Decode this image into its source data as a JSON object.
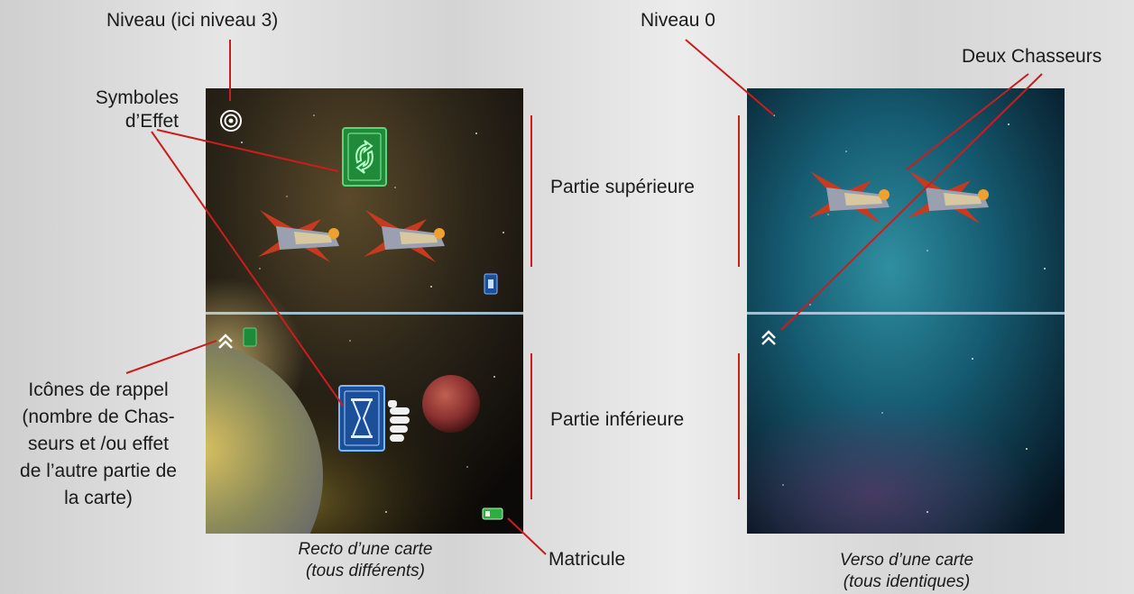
{
  "labels": {
    "niveau_recto": "Niveau (ici niveau 3)",
    "niveau_verso": "Niveau 0",
    "symboles_line1": "Symboles",
    "symboles_line2": "d’Effet",
    "deux_chasseurs": "Deux Chasseurs",
    "partie_superieure": "Partie supérieure",
    "partie_inferieure": "Partie inférieure",
    "icones_lines": [
      "Icônes de rappel",
      "(nombre de Chas-",
      "seurs et /ou effet",
      "de l’autre partie de",
      "la carte)"
    ],
    "matricule": "Matricule"
  },
  "captions": {
    "recto_line1": "Recto d’une carte",
    "recto_line2": "(tous différents)",
    "verso_line1": "Verso d’une carte",
    "verso_line2": "(tous identiques)"
  },
  "colors": {
    "callout_red": "#c81e1e",
    "effect_green": "#1f8a3a",
    "effect_blue": "#1c4f99",
    "recto_space": "#2b2418",
    "verso_space": "#0f3a4a"
  },
  "icons": {
    "level3": "level-3-rings-icon",
    "rotate_effect": "rotate-arrows-icon",
    "hourglass_effect": "hourglass-icon",
    "chevrons": "double-chevron-up-icon",
    "ship": "fighter-ship-icon"
  }
}
